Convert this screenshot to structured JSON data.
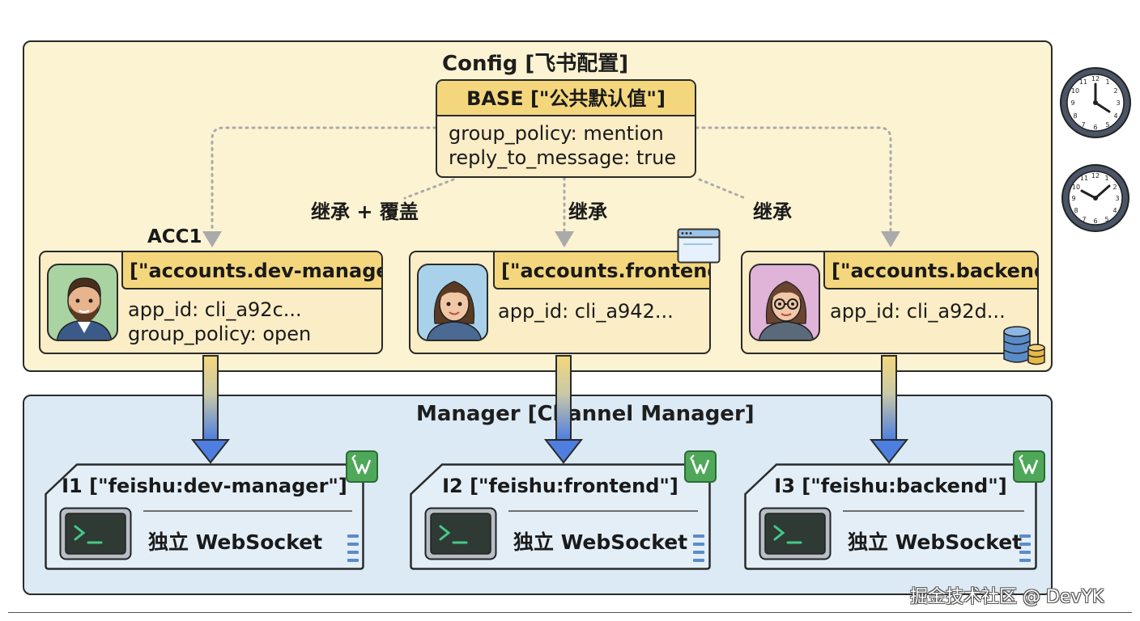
{
  "config": {
    "title": "Config [飞书配置]",
    "base": {
      "title": "BASE [\"公共默认值\"]",
      "lines": [
        "group_policy: mention",
        "reply_to_message: true"
      ]
    },
    "edge_labels": [
      "继承 + 覆盖",
      "继承",
      "继承"
    ],
    "acc1_label": "ACC1",
    "accounts": [
      {
        "title": "[\"accounts.dev-manager\"]",
        "lines": [
          "app_id: cli_a92c...",
          "group_policy: open"
        ]
      },
      {
        "title": "[\"accounts.frontend\"]",
        "lines": [
          "app_id: cli_a942..."
        ]
      },
      {
        "title": "[\"accounts.backend\"]",
        "lines": [
          "app_id: cli_a92d..."
        ]
      }
    ]
  },
  "manager": {
    "title": "Manager [Channel Manager]",
    "instances": [
      {
        "title": "I1 [\"feishu:dev-manager\"]",
        "text": "独立 WebSocket"
      },
      {
        "title": "I2 [\"feishu:frontend\"]",
        "text": "独立 WebSocket"
      },
      {
        "title": "I3 [\"feishu:backend\"]",
        "text": "独立 WebSocket"
      }
    ]
  },
  "icons": [
    "clock-icon",
    "browser-window-icon",
    "database-icon",
    "terminal-icon",
    "menu-icon",
    "websocket-badge-icon",
    "avatar-icon"
  ],
  "colors": {
    "config_bg": "#fcf3d2",
    "card_header": "#f4d77d",
    "manager_bg": "#dbeaf4",
    "arrow_top": "#f4d77d",
    "arrow_bottom": "#4e7ee0",
    "ws_badge": "#4fa85a"
  },
  "watermark": "掘金技术社区 @ DevYK"
}
